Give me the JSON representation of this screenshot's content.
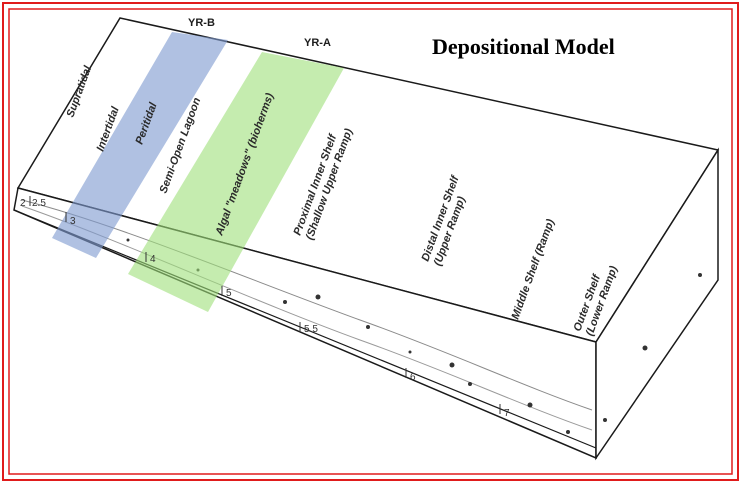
{
  "title": "Depositional Model",
  "bands": [
    {
      "label": "YR-B",
      "color": "#7f9bd0"
    },
    {
      "label": "YR-A",
      "color": "#9ee07a"
    }
  ],
  "zones": [
    "Supratidal",
    "Intertidal",
    "Peritidal",
    "Semi-Open Lagoon",
    "Algal \"meadows\" (bioherms)",
    [
      "Proximal Inner Shelf",
      "(Shallow Upper Ramp)"
    ],
    [
      "Distal Inner Shelf",
      "(Upper Ramp)"
    ],
    "Middle Shelf (Ramp)",
    [
      "Outer Shelf",
      "(Lower Ramp)"
    ]
  ],
  "scale_labels": [
    "2",
    "2.5",
    "3",
    "4",
    "5",
    "5.5",
    "6",
    "7"
  ],
  "colors": {
    "frame": "#e01b1b",
    "block_edge": "#1a1a1a",
    "surface_line": "#8a8a8a"
  }
}
